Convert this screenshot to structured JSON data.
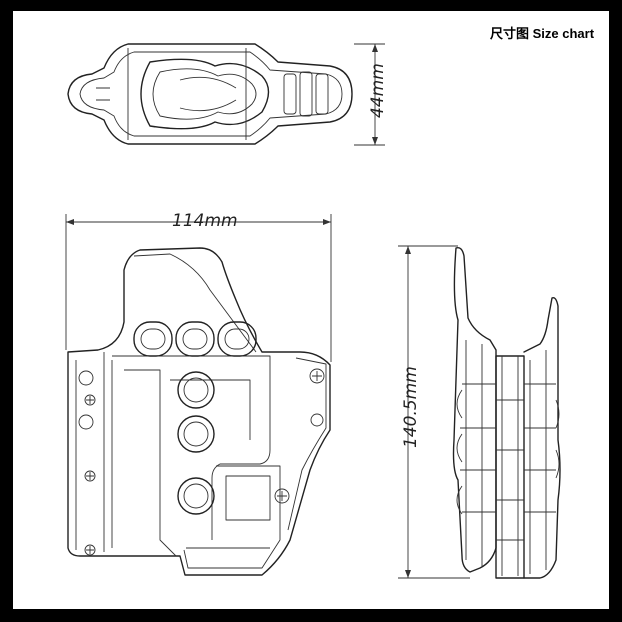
{
  "title": "尺寸图 Size chart",
  "dimensions": {
    "thickness": "44mm",
    "width": "114mm",
    "height": "140.5mm"
  }
}
